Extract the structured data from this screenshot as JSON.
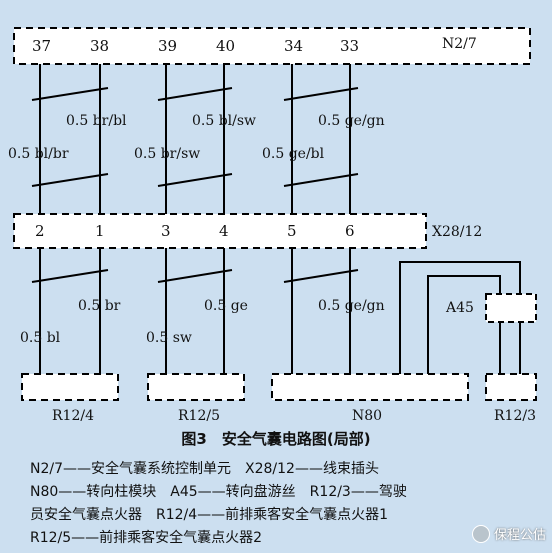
{
  "modules": {
    "n2_7": {
      "label": "N2/7",
      "pins": [
        "37",
        "38",
        "39",
        "40",
        "34",
        "33"
      ]
    },
    "x28_12": {
      "label": "X28/12",
      "pins": [
        "2",
        "1",
        "3",
        "4",
        "5",
        "6"
      ]
    },
    "a45": {
      "label": "A45"
    },
    "r12_4": {
      "label": "R12/4"
    },
    "r12_5": {
      "label": "R12/5"
    },
    "n80": {
      "label": "N80"
    },
    "r12_3": {
      "label": "R12/3"
    }
  },
  "wires_upper": {
    "left_a": "0.5 bl/br",
    "left_b": "0.5 br/bl",
    "mid_a": "0.5 br/sw",
    "mid_b": "0.5 bl/sw",
    "right_a": "0.5 ge/bl",
    "right_b": "0.5 ge/gn"
  },
  "wires_lower": {
    "left_a": "0.5 bl",
    "left_b": "0.5 br",
    "mid_a": "0.5 sw",
    "mid_b": "0.5 ge",
    "right_a": "0.5 ge/gn"
  },
  "caption": "图3　安全气囊电路图(局部)",
  "legend": [
    "N2/7——安全气囊系统控制单元　X28/12——线束插头",
    "N80——转向柱模块　A45——转向盘游丝　R12/3——驾驶",
    "员安全气囊点火器　R12/4——前排乘客安全气囊点火器1",
    "R12/5——前排乘客安全气囊点火器2"
  ],
  "watermark": "保程公估",
  "colors": {
    "background": "#ccdff0",
    "box_fill": "#ffffff",
    "line": "#000000"
  }
}
